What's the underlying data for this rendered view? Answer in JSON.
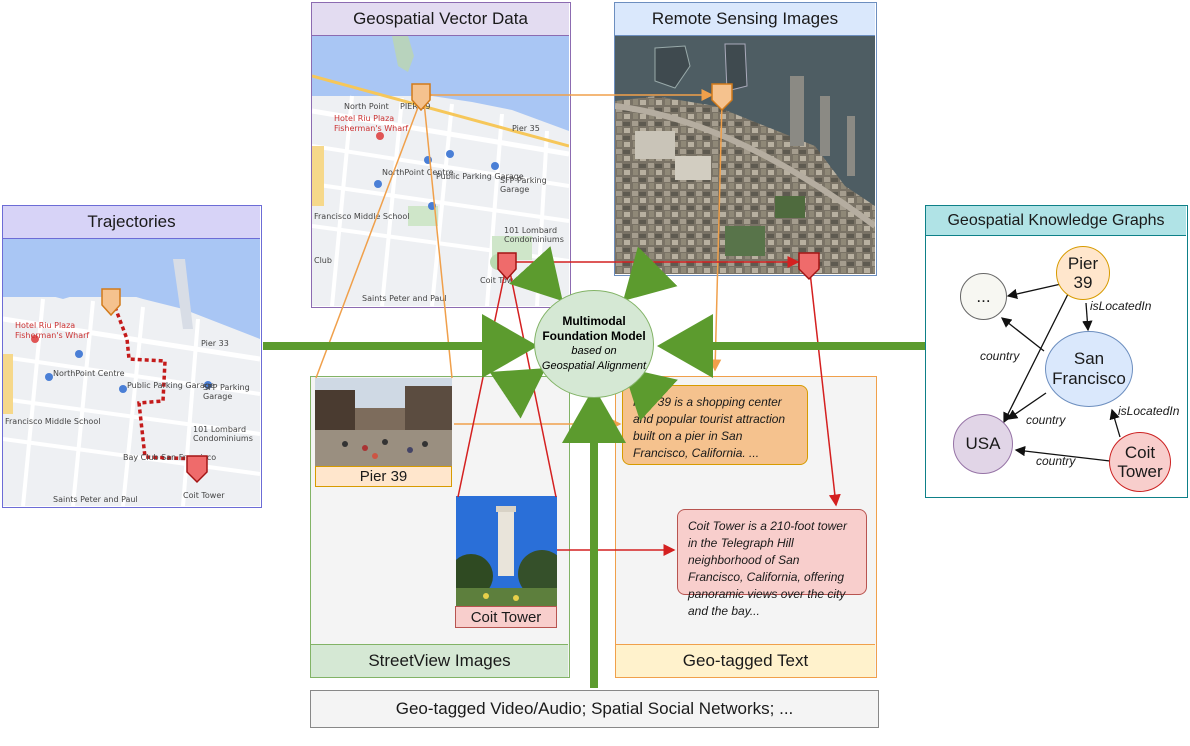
{
  "panels": {
    "vector_data": {
      "title": "Geospatial Vector Data"
    },
    "remote_sensing": {
      "title": "Remote Sensing Images"
    },
    "trajectories": {
      "title": "Trajectories"
    },
    "knowledge_graph": {
      "title": "Geospatial Knowledge Graphs"
    },
    "streetview": {
      "title": "StreetView Images"
    },
    "geo_text": {
      "title": "Geo-tagged Text"
    },
    "bottom": {
      "title": "Geo-tagged Video/Audio; Spatial Social Networks; ..."
    }
  },
  "center": {
    "line1": "Multimodal",
    "line2": "Foundation Model",
    "line3": "based on",
    "line4": "Geospatial Alignment"
  },
  "streetview_labels": {
    "pier39": "Pier 39",
    "coit": "Coit Tower"
  },
  "texts": {
    "pier39": "Pier 39 is a shopping center and popular tourist attraction built on a pier in San Francisco, California.  ...",
    "coit": "Coit Tower is a 210-foot tower in the Telegraph Hill neighborhood of San Francisco, California, offering panoramic views over the city and the bay..."
  },
  "graph": {
    "nodes": {
      "ellipsis": "...",
      "pier_line1": "Pier",
      "pier_line2": "39",
      "sf_line1": "San",
      "sf_line2": "Francisco",
      "usa": "USA",
      "coit_line1": "Coit",
      "coit_line2": "Tower"
    },
    "edges": {
      "pier_sf": "isLocatedIn",
      "coit_sf": "isLocatedIn",
      "country1": "country",
      "country2": "country",
      "country3": "country"
    }
  },
  "map_labels": {
    "pier33": "Pier 33",
    "pier35": "Pier 35",
    "northpoint": "North Point",
    "hotel1": "Hotel Riu Plaza",
    "hotel2": "Fisherman's Wharf",
    "northpoint_centre": "NorthPoint Centre",
    "public_parking": "Public Parking Garage",
    "sfparking": "SFP Parking Garage",
    "francisco": "Francisco Middle School",
    "lombard1": "101 Lombard",
    "lombard2": "Condominiums",
    "coit_tower": "Coit Tower",
    "saints": "Saints Peter and Paul",
    "club": "Club",
    "pier39": "PIER 39",
    "broadway": "Bay Club San Francisco"
  },
  "colors": {
    "purple": "#8c6bb1",
    "purple_fill": "#e3dcf1",
    "blue": "#6c8ebf",
    "blue_fill": "#dae8fc",
    "green": "#82b366",
    "green_fill": "#d5e8d4",
    "orange": "#d79b00",
    "orange_fill": "#ffe6cc",
    "red": "#b85450",
    "red_fill": "#f8cecc",
    "teal": "#0e8088",
    "teal_fill": "#b0e3e6",
    "arrow_green": "#5c9b2e",
    "arrow_orange": "#f0a04b",
    "arrow_red": "#d42020"
  }
}
